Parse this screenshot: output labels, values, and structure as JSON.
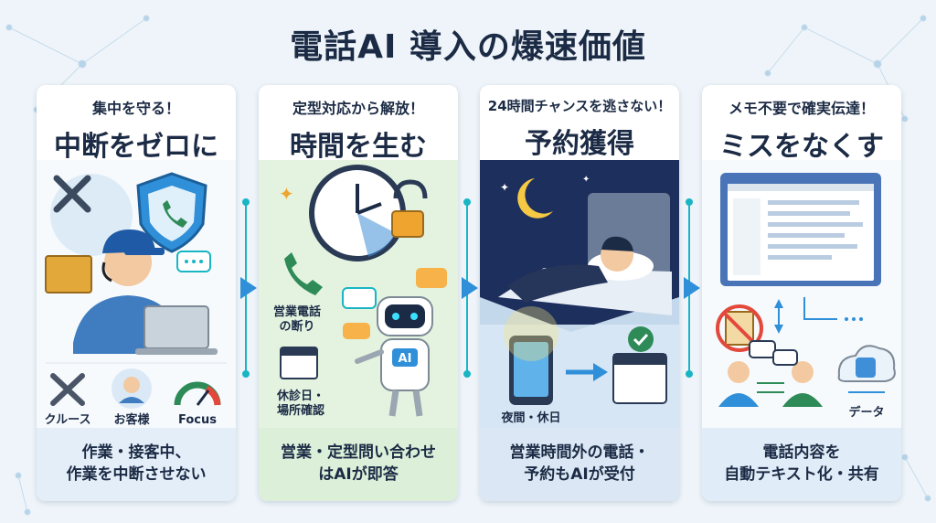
{
  "title": "電話AI 導入の爆速価値",
  "cards": [
    {
      "sub": "集中を守る！",
      "main": "中断をゼロに",
      "labels": [
        "クルース",
        "お客様",
        "Focus"
      ],
      "foot": [
        "作業・接客中、",
        "作業を中断させない"
      ]
    },
    {
      "sub": "定型対応から解放！",
      "main": "時間を生む",
      "labels": [
        "営業電話",
        "の断り",
        "休診日・",
        "場所確認"
      ],
      "badge": "AI",
      "foot": [
        "営業・定型問い合わせ",
        "はAIが即答"
      ]
    },
    {
      "sub": "24時間チャンスを逃さない！",
      "main": "予約獲得",
      "labels": [
        "夜間・休日"
      ],
      "foot": [
        "営業時間外の電話・",
        "予約もAIが受付"
      ]
    },
    {
      "sub": "メモ不要で確実伝達！",
      "main": "ミスをなくす",
      "labels": [
        "データ"
      ],
      "foot": [
        "電話内容を",
        "自動テキスト化・共有"
      ]
    }
  ],
  "colors": {
    "accent_blue": "#2f8fd8",
    "teal": "#19b5c4",
    "night": "#1d2f5c",
    "green_bg": "#e3f3df"
  }
}
